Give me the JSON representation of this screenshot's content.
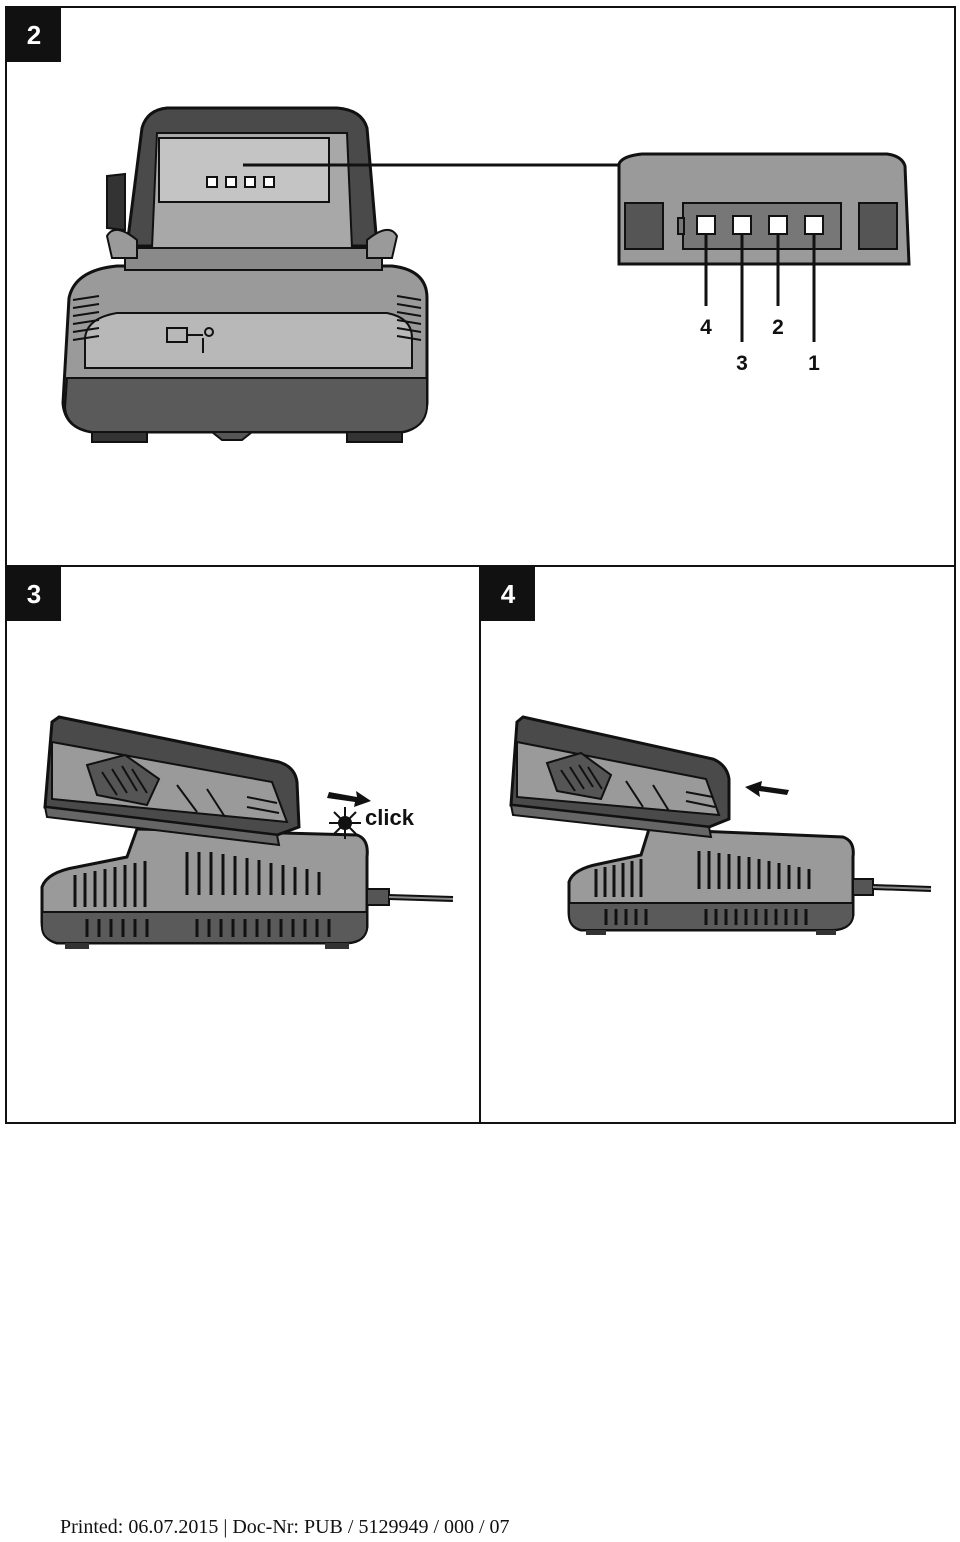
{
  "figures": [
    {
      "number": "2"
    },
    {
      "number": "3"
    },
    {
      "number": "4"
    }
  ],
  "led_callouts": [
    "4",
    "3",
    "2",
    "1"
  ],
  "click_text": "click",
  "footer": {
    "text": "Printed: 06.07.2015 | Doc-Nr: PUB / 5129949 / 000 / 07"
  }
}
